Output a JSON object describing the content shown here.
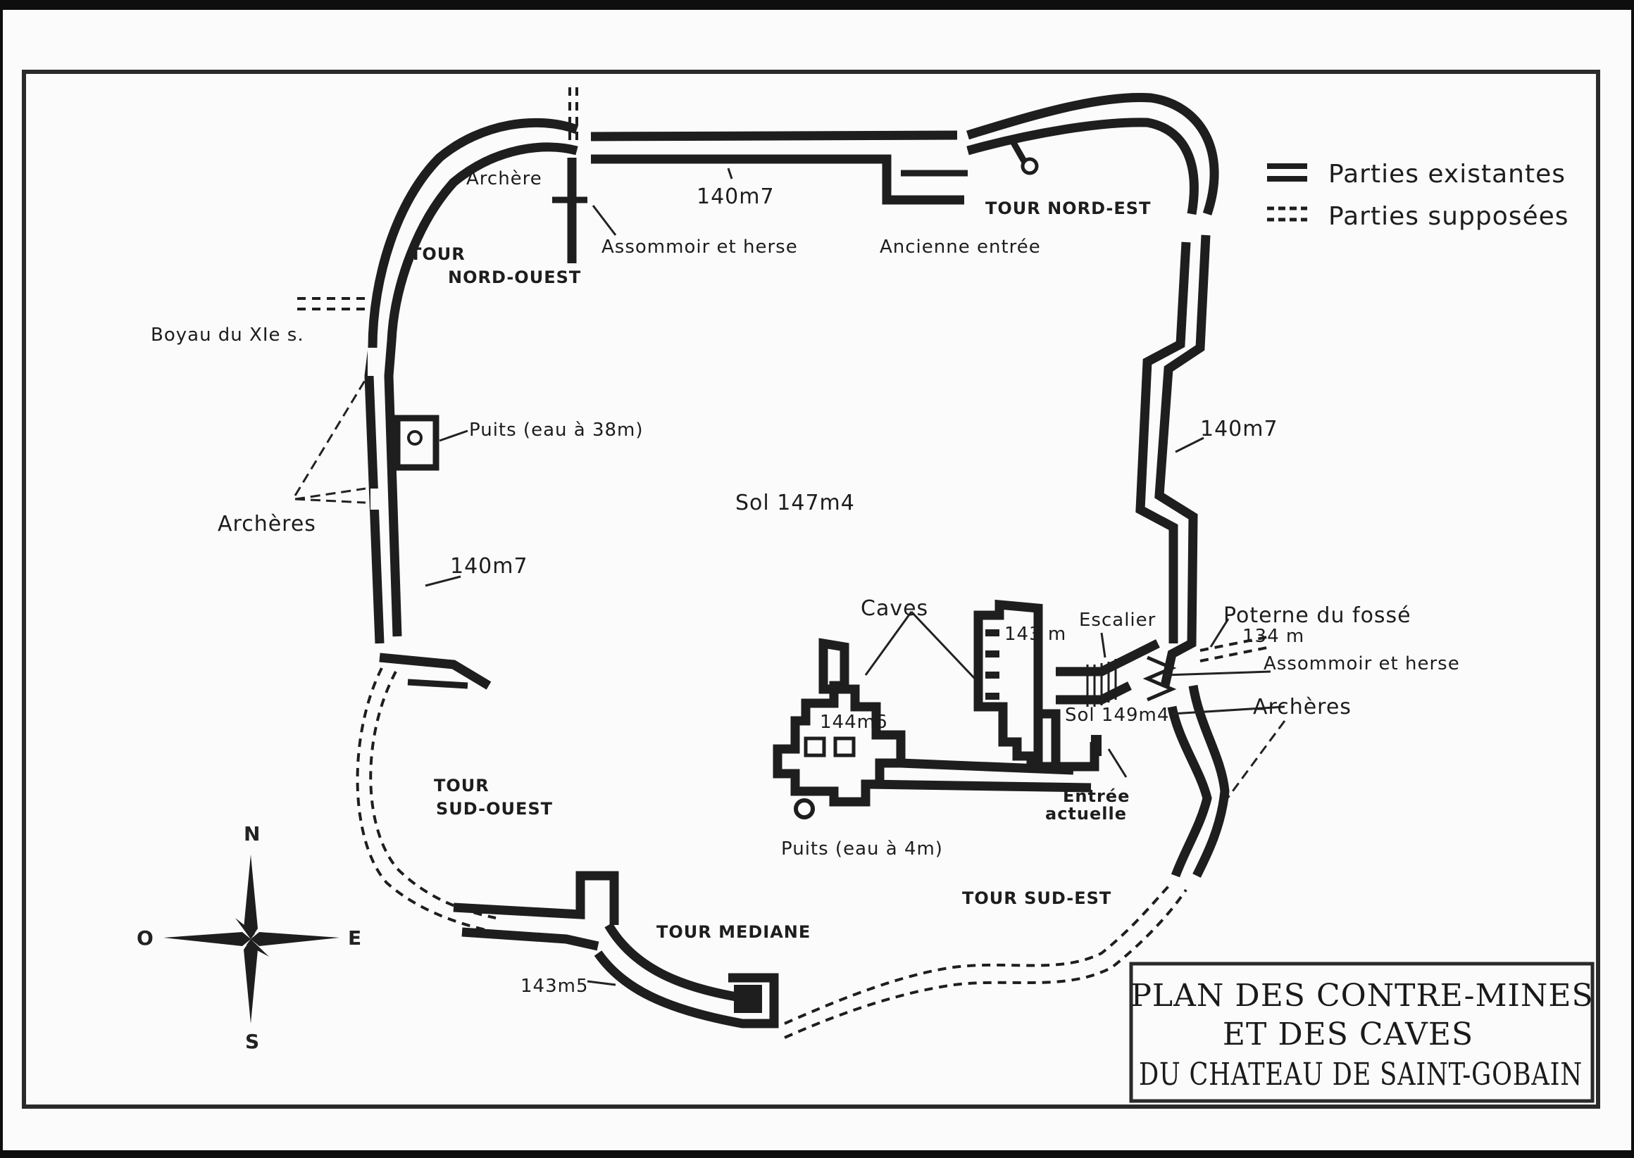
{
  "legend": {
    "existing": "Parties existantes",
    "supposed": "Parties supposées"
  },
  "title": {
    "line1": "PLAN DES CONTRE-MINES",
    "line2": "ET DES CAVES",
    "line3": "DU CHATEAU DE SAINT-GOBAIN"
  },
  "towers": {
    "nord_ouest_1": "TOUR",
    "nord_ouest_2": "NORD-OUEST",
    "nord_est": "TOUR NORD-EST",
    "sud_ouest_1": "TOUR",
    "sud_ouest_2": "SUD-OUEST",
    "mediane": "TOUR MEDIANE",
    "sud_est": "TOUR SUD-EST"
  },
  "labels": {
    "archere": "Archère",
    "alt_top": "140m7",
    "assommoir_nw": "Assommoir et herse",
    "ancienne_entree": "Ancienne entrée",
    "boyau": "Boyau du XIe s.",
    "puits_west": "Puits (eau à 38m)",
    "archeres_west": "Archères",
    "alt_west": "140m7",
    "sol_center": "Sol 147m4",
    "alt_east": "140m7",
    "caves": "Caves",
    "cave_alt_143": "143 m",
    "cave_alt_144": "144m6",
    "escalier": "Escalier",
    "poterne": "Poterne du fossé",
    "alt_poterne": "134 m",
    "assommoir_e": "Assommoir et herse",
    "archeres_east": "Archères",
    "sol_east": "Sol 149m4",
    "entree_actuelle_1": "Entrée",
    "entree_actuelle_2": "actuelle",
    "puits_cave": "Puits (eau à 4m)",
    "alt_south": "143m5"
  },
  "compass": {
    "n": "N",
    "s": "S",
    "e": "E",
    "w": "O"
  }
}
